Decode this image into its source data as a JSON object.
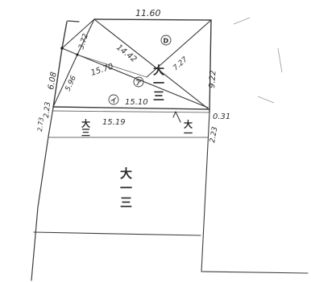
{
  "dimensions": {
    "top_edge": "11.60",
    "left_upper": "6.08",
    "right_edge": "9.22",
    "diag_a": "3.72",
    "diag_b": "5.96",
    "diag_c": "15.70",
    "diag_d": "14.42",
    "diag_e": "7.27",
    "mid_upper": "15.10",
    "mid_lower": "15.19",
    "left_lower_a": "2.23",
    "left_lower_b": "2.73",
    "right_offset": "0.31",
    "right_lower": "2.23"
  },
  "markers": {
    "circled_top": "D",
    "circled_mid": "ア",
    "circled_band": "イ"
  },
  "lot_labels": {
    "upper_lot": "大一三",
    "band_left": "大三",
    "band_right": "大一",
    "lower_lot": "大一三"
  }
}
